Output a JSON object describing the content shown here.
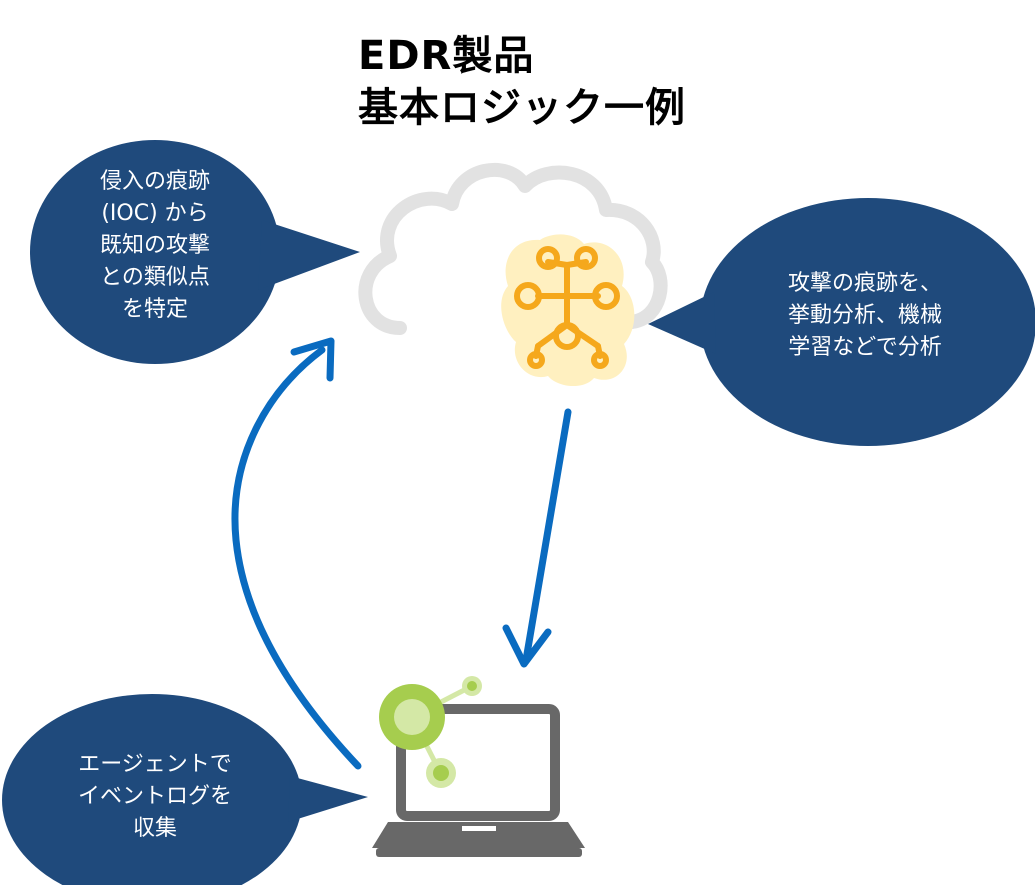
{
  "title": {
    "line1": "EDR製品",
    "line2": "基本ロジック一例"
  },
  "bubbles": {
    "left": {
      "lines": [
        "侵入の痕跡",
        "(IOC) から",
        "既知の攻撃",
        "との類似点",
        "を特定"
      ]
    },
    "right": {
      "lines": [
        "攻撃の痕跡を、",
        "挙動分析、機械",
        "学習などで分析"
      ]
    },
    "bottom": {
      "lines": [
        "エージェントで",
        "イベントログを",
        "収集"
      ]
    }
  },
  "colors": {
    "bubble": "#1F4A7C",
    "arrow": "#0A6BC0",
    "cloud_outline": "#E2E2E2",
    "brain_fill": "#FFF0C0",
    "brain_circuit": "#F5A81C",
    "laptop": "#686868",
    "node_green": "#A6CD4E",
    "node_green_light": "#D4E8A6"
  },
  "icons": {
    "cloud": "cloud-icon",
    "brain": "brain-circuit-icon",
    "laptop": "laptop-icon",
    "network_nodes": "network-nodes-icon"
  }
}
